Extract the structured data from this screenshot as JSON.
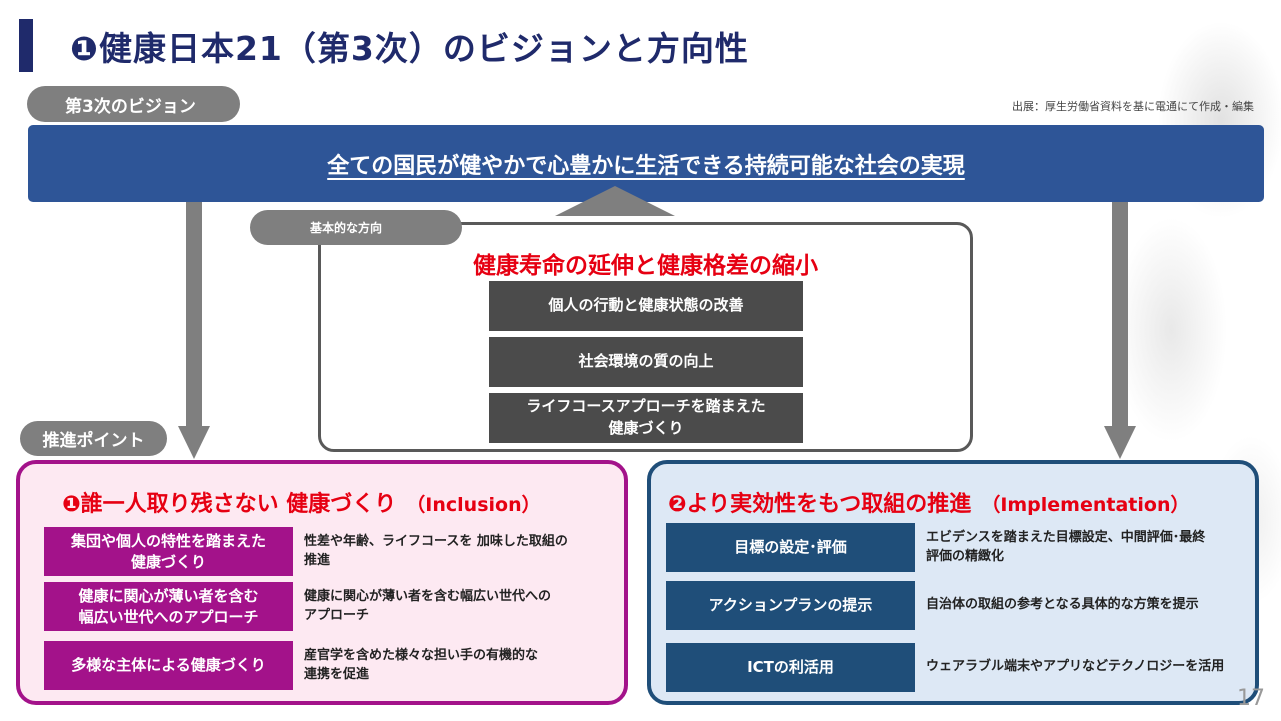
{
  "header": {
    "title": "❶健康日本21（第3次）のビジョンと方向性",
    "source_note": "出展：厚生労働省資料を基に電通にて作成・編集"
  },
  "vision": {
    "label": "第3次のビジョン",
    "statement": "全ての国民が健やかで心豊かに生活できる持続可能な社会の実現"
  },
  "direction": {
    "label": "基本的な方向",
    "heading": "健康寿命の延伸と健康格差の縮小",
    "items": [
      "個人の行動と健康状態の改善",
      "社会環境の質の向上",
      "ライフコースアプローチを踏まえた\n健康づくり"
    ]
  },
  "promotion": {
    "label": "推進ポイント",
    "inclusion": {
      "title": "❶誰一人取り残さない 健康づくり",
      "title_en": "（Inclusion）",
      "rows": [
        {
          "label": "集団や個人の特性を踏まえた\n健康づくり",
          "desc": "性差や年齢、ライフコースを 加味した取組の\n推進"
        },
        {
          "label": "健康に関心が薄い者を含む\n幅広い世代へのアプローチ",
          "desc": "健康に関心が薄い者を含む幅広い世代への\nアプローチ"
        },
        {
          "label": "多様な主体による健康づくり",
          "desc": "産官学を含めた様々な担い手の有機的な\n連携を促進"
        }
      ]
    },
    "implementation": {
      "title": "❷より実効性をもつ取組の推進",
      "title_en": "（Implementation）",
      "rows": [
        {
          "label": "目標の設定･評価",
          "desc": "エビデンスを踏まえた目標設定、中間評価･最終\n評価の精緻化"
        },
        {
          "label": "アクションプランの提示",
          "desc": "自治体の取組の参考となる具体的な方策を提示"
        },
        {
          "label": "ICTの利活用",
          "desc": "ウェアラブル端末やアプリなどテクノロジーを活用"
        }
      ]
    }
  },
  "page_number": "17",
  "colors": {
    "title_navy": "#1f2a6b",
    "vision_blue": "#2e5597",
    "accent_red": "#e60012",
    "inclusion_magenta": "#a3128a",
    "inclusion_bg": "#fde9f2",
    "implementation_navy": "#1f4e79",
    "implementation_bg": "#dde8f5",
    "pill_gray": "#7f7f7f",
    "dir_item_gray": "#4b4b4b"
  }
}
